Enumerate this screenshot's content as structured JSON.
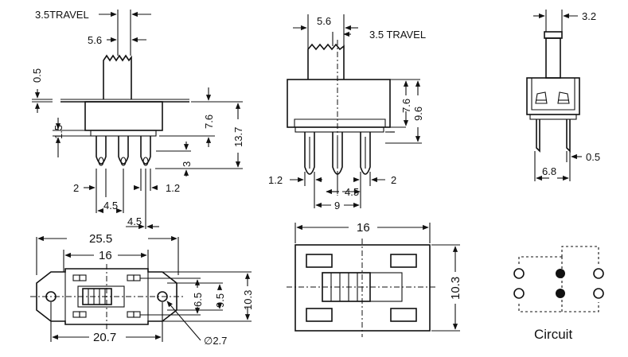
{
  "title": "",
  "side_view": {
    "travel": "3.5TRAVEL",
    "actuator_width": "5.6",
    "thickness": "0.5",
    "height_upper": "7.6",
    "height_total": "13.7",
    "pin_gap": "1.5",
    "pin_length": "3",
    "pin_width_left": "2",
    "pin_width_right": "1.2",
    "pitch_1": "4.5",
    "pitch_2": "4.5"
  },
  "front_view": {
    "actuator_width": "5.6",
    "travel": "3.5 TRAVEL",
    "height_upper": "7.6",
    "height_total": "9.6",
    "pin_width_left": "1.2",
    "pin_width_right": "2",
    "pitch": "4.5",
    "span": "9"
  },
  "end_view": {
    "top_width": "3.2",
    "pin_thickness": "0.5",
    "depth": "6.8"
  },
  "top_view_mount": {
    "length": "25.5",
    "body_length": "16",
    "hole_spacing": "20.7",
    "height_inner": "6.5",
    "height_mid": "9.5",
    "height_outer": "10.3",
    "hole_diameter": "∅2.7"
  },
  "top_view_body": {
    "length": "16",
    "width": "10.3"
  },
  "circuit": {
    "label": "Circuit"
  }
}
